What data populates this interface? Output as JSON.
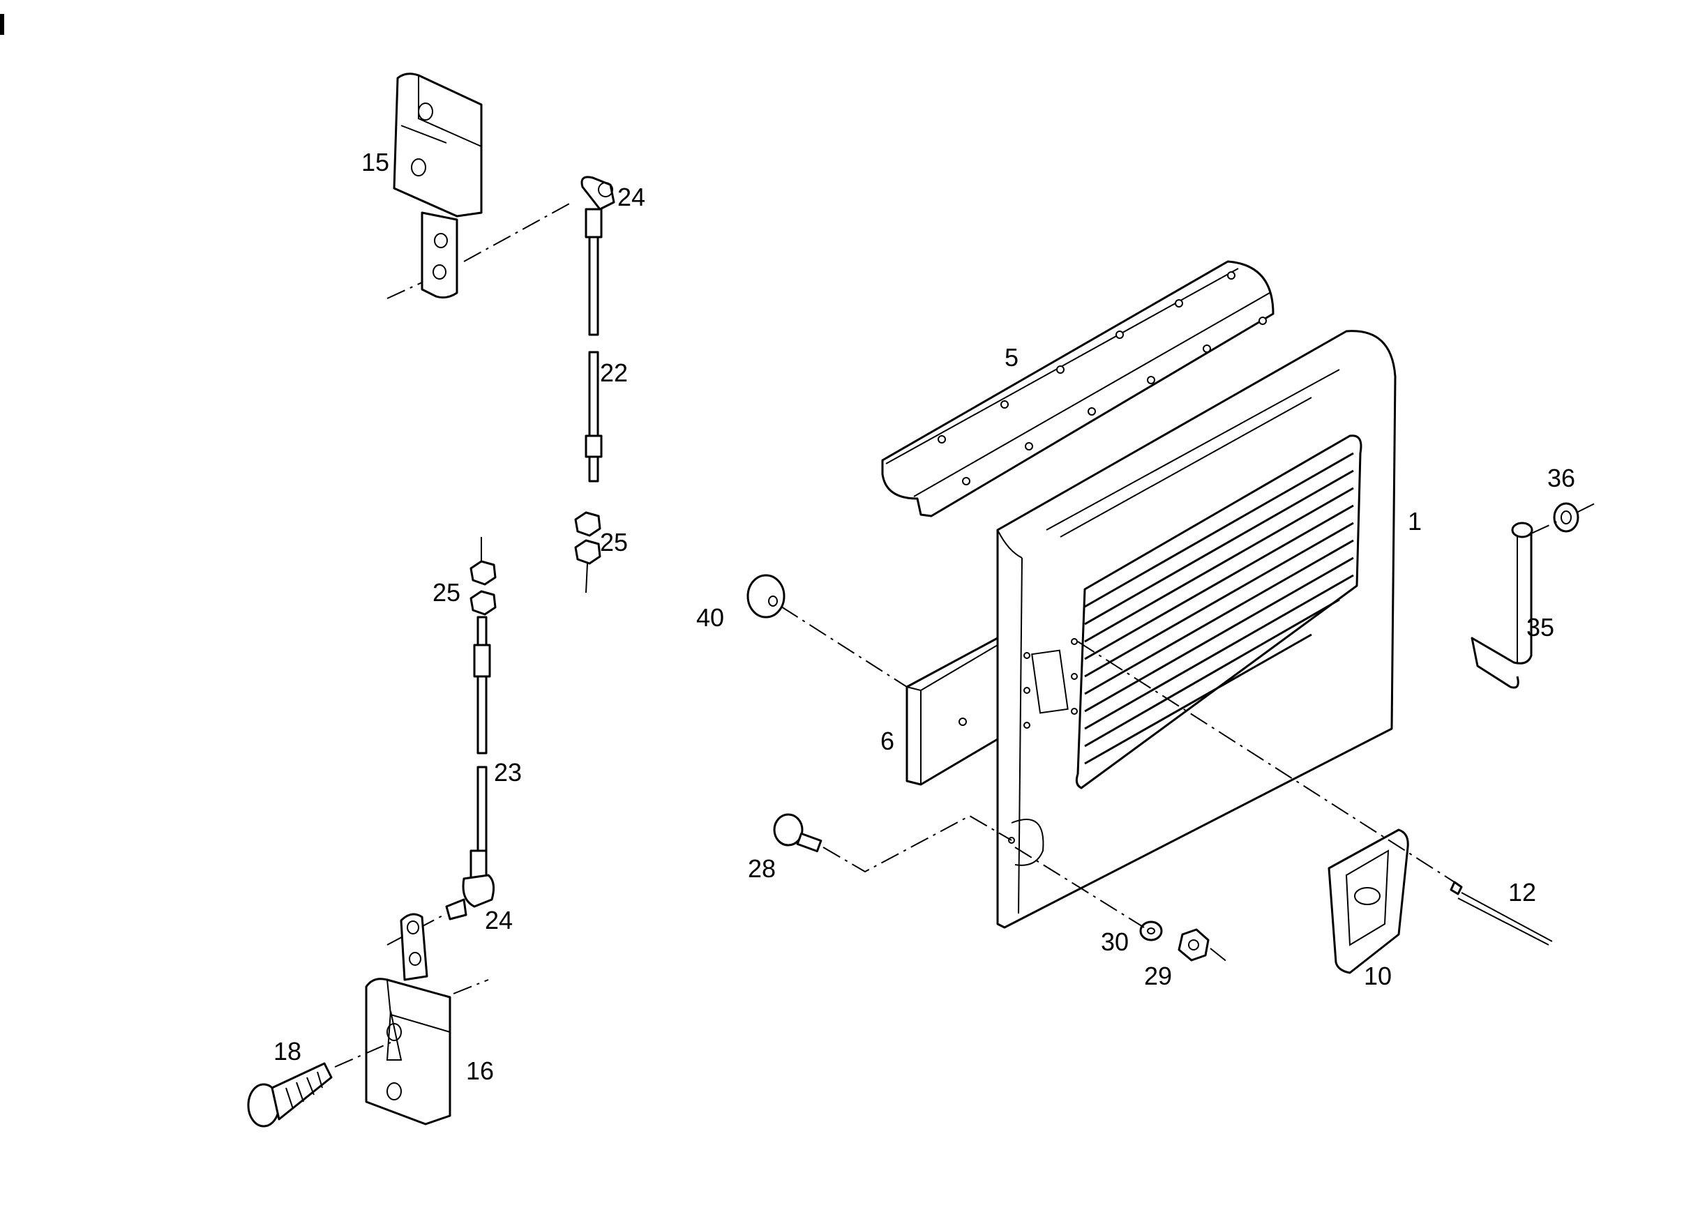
{
  "labels": {
    "p1": "1",
    "p5": "5",
    "p6": "6",
    "p10": "10",
    "p12": "12",
    "p15": "15",
    "p16": "16",
    "p18": "18",
    "p22": "22",
    "p23": "23",
    "p24_top": "24",
    "p24_bottom": "24",
    "p25_top": "25",
    "p25_bottom": "25",
    "p28": "28",
    "p29": "29",
    "p30": "30",
    "p35": "35",
    "p36": "36",
    "p40": "40"
  }
}
